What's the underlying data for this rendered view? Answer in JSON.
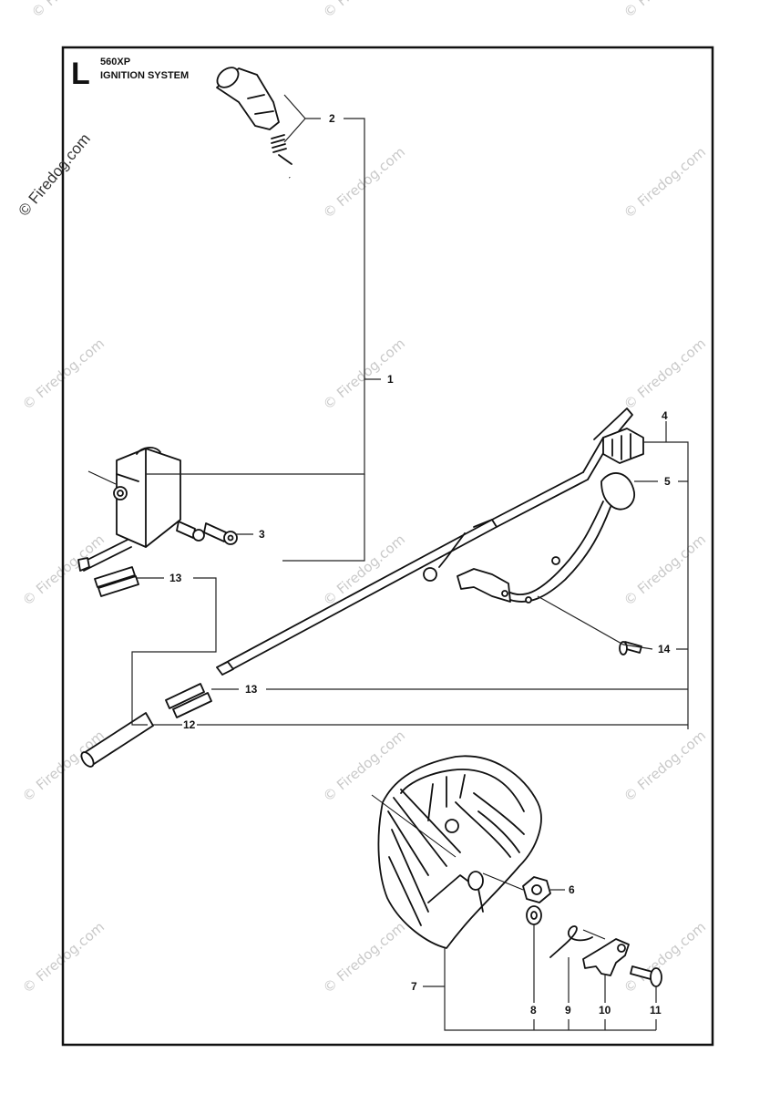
{
  "header": {
    "section_letter": "L",
    "model": "560XP",
    "title": "IGNITION SYSTEM"
  },
  "copyright_side": "© Firedog.com",
  "watermark": "© Firedog.com",
  "callouts": {
    "c1": "1",
    "c2": "2",
    "c3": "3",
    "c4": "4",
    "c5": "5",
    "c6": "6",
    "c7": "7",
    "c8": "8",
    "c9": "9",
    "c10": "10",
    "c11": "11",
    "c12": "12",
    "c13a": "13",
    "c13b": "13",
    "c14": "14"
  }
}
